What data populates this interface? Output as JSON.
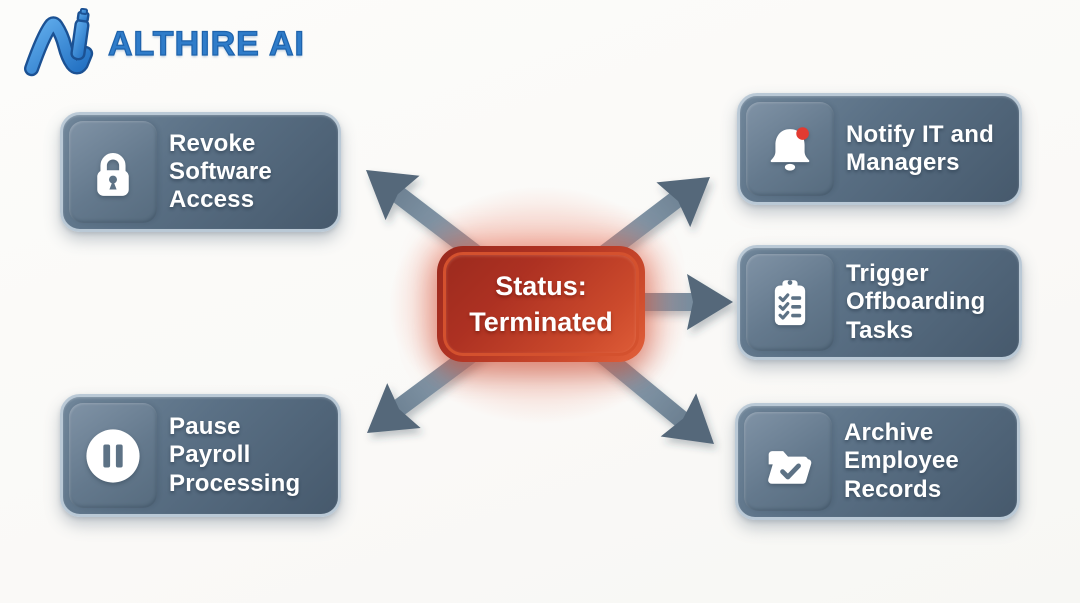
{
  "logo": {
    "text": "ALTHIRE AI",
    "brand_color": "#2f7cc9",
    "mark": "althire-a-pen-mark"
  },
  "center": {
    "label": "Status:\nTerminated",
    "fill": "#c0392b",
    "glow": "#e2603a"
  },
  "nodes": [
    {
      "id": "revoke-software-access",
      "label": "Revoke\nSoftware\nAccess",
      "icon": "lock-icon",
      "position": "top-left"
    },
    {
      "id": "pause-payroll-processing",
      "label": "Pause\nPayroll\nProcessing",
      "icon": "pause-icon",
      "position": "bottom-left"
    },
    {
      "id": "notify-it-and-managers",
      "label": "Notify IT and\nManagers",
      "icon": "bell-alert-icon",
      "position": "top-right"
    },
    {
      "id": "trigger-offboarding-tasks",
      "label": "Trigger\nOffboarding\nTasks",
      "icon": "clipboard-checklist-icon",
      "position": "middle-right"
    },
    {
      "id": "archive-employee-records",
      "label": "Archive\nEmployee\nRecords",
      "icon": "folder-check-icon",
      "position": "bottom-right"
    }
  ],
  "edges": [
    {
      "from": "status-terminated",
      "to": "revoke-software-access"
    },
    {
      "from": "status-terminated",
      "to": "pause-payroll-processing"
    },
    {
      "from": "status-terminated",
      "to": "notify-it-and-managers"
    },
    {
      "from": "status-terminated",
      "to": "trigger-offboarding-tasks"
    },
    {
      "from": "status-terminated",
      "to": "archive-employee-records"
    }
  ],
  "colors": {
    "node_fill_light": "#70869a",
    "node_fill_dark": "#46596c",
    "node_border": "#bac9d6",
    "arrow_light": "#9fb0bd",
    "arrow_dark": "#54687a",
    "notification_dot": "#e23a31",
    "icon_cutout": "#5d7285",
    "background": "#faf9f7"
  }
}
